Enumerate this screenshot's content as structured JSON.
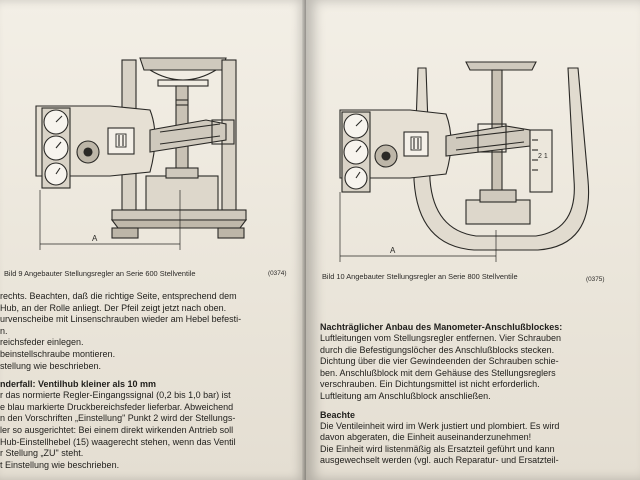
{
  "figure9": {
    "caption": "Bild 9  Angebauter Stellungsregler an Serie 600 Stellventile",
    "code": "(0374)",
    "dim_label": "A"
  },
  "figure10": {
    "caption": "Bild 10  Angebauter Stellungsregler an Serie 800 Stellventile",
    "code": "(0375)",
    "dim_label": "A",
    "scale_label": "2 1"
  },
  "left_column": {
    "lines": [
      "rechts. Beachten, daß die richtige Seite, entsprechend dem",
      "Hub, an der Rolle anliegt. Der Pfeil zeigt jetzt nach oben.",
      "urvenscheibe mit Linsenschrauben wieder am Hebel befesti-",
      "n.",
      "reichsfeder einlegen.",
      "beinstellschraube montieren.",
      "stellung wie beschrieben."
    ],
    "heading": "nderfall: Ventilhub kleiner als 10 mm",
    "lines2": [
      "r das normierte Regler-Eingangssignal (0,2 bis 1,0 bar) ist",
      "e blau markierte Druckbereichsfeder lieferbar. Abweichend",
      "n den Vorschriften „Einstellung\" Punkt 2 wird der Stellungs-",
      "ler so ausgerichtet: Bei einem direkt wirkenden Antrieb soll",
      "Hub-Einstellhebel (15) waagerecht stehen, wenn das Ventil",
      "r Stellung „ZU\" steht.",
      "t Einstellung wie beschrieben."
    ]
  },
  "right_column": {
    "heading1": "Nachträglicher Anbau des Manometer-Anschlußblockes:",
    "para1": [
      "Luftleitungen vom Stellungsregler entfernen. Vier Schrauben",
      "durch die Befestigungslöcher des Anschlußblocks stecken.",
      "Dichtung über die vier Gewindeenden der Schrauben schie-",
      "ben. Anschlußblock mit dem Gehäuse des Stellungsreglers",
      "verschrauben. Ein Dichtungsmittel ist nicht erforderlich.",
      "Luftleitung am Anschlußblock anschließen."
    ],
    "heading2": "Beachte",
    "para2": [
      "Die Ventileinheit wird im Werk justiert und plombiert. Es wird",
      "davon abgeraten, die Einheit auseinanderzunehmen!",
      "Die Einheit wird listenmäßig als Ersatzteil geführt und kann",
      "ausgewechselt werden (vgl. auch Reparatur- und Ersatzteil-"
    ]
  },
  "colors": {
    "ink": "#1f1e1b",
    "paper": "#efeae0",
    "drawing": "#2a2926"
  }
}
